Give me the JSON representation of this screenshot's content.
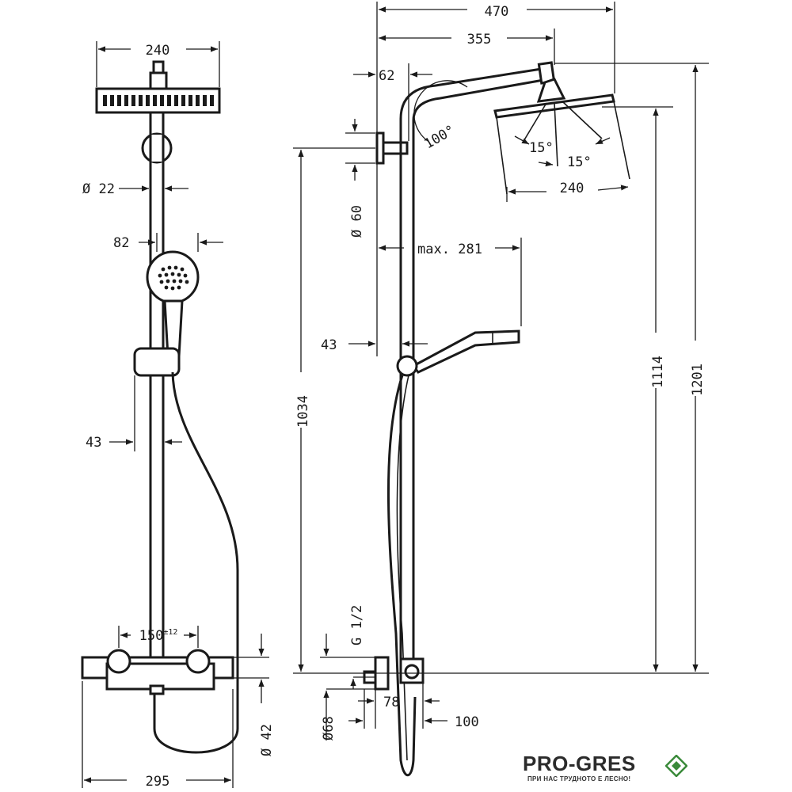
{
  "front_view": {
    "width_head": "240",
    "pipe_diameter": "Ø 22",
    "handshower_offset": "82",
    "slider_offset": "43",
    "mixer_spacing": "150",
    "mixer_spacing_tolerance": "±12",
    "mixer_depth": "Ø 42",
    "mixer_width": "295"
  },
  "side_view": {
    "overall_width": "470",
    "arm_length": "355",
    "wall_offset": "62",
    "arm_angle": "100°",
    "spray_angle_left": "15°",
    "spray_angle_right": "15°",
    "head_width": "240",
    "flange_diameter": "Ø 60",
    "handshower_reach": "max. 281",
    "slider_offset": "43",
    "height_to_flange": "1034",
    "height_to_head": "1114",
    "overall_height": "1201",
    "thread": "G 1/2",
    "connection_diameter": "Ø68",
    "connection_offset": "78",
    "mixer_projection": "100"
  },
  "brand": {
    "logo_text": "PRO-GRES",
    "tagline": "ПРИ НАС ТРУДНОТО Е ЛЕСНО!",
    "logo_color": "#3a8a3a"
  }
}
